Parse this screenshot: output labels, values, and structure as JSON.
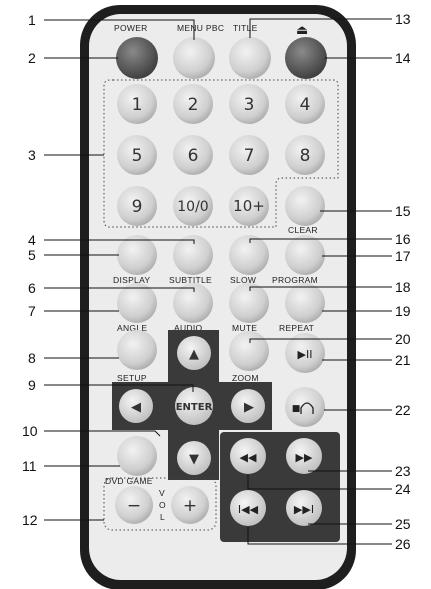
{
  "remote": {
    "top_labels": [
      "POWER",
      "MENU PBC",
      "TITLE"
    ],
    "eject_symbol": "⏏",
    "number_keys": [
      "1",
      "2",
      "3",
      "4",
      "5",
      "6",
      "7",
      "8",
      "9",
      "10/0",
      "10+"
    ],
    "clear_label": "CLEAR",
    "row_labels_1": [
      "DISPLAY",
      "SUBTITLE",
      "SLOW",
      "PROGRAM"
    ],
    "row_labels_2": [
      "ANGLE",
      "AUDIO",
      "MUTE",
      "REPEAT"
    ],
    "setup_label": "SETUP",
    "zoom_label": "ZOOM",
    "enter_label": "ENTER",
    "dvd_game_label": "DVD GAME",
    "vol_label": [
      "V",
      "O",
      "L"
    ],
    "vol_minus": "−",
    "vol_plus": "+",
    "play_pause_symbol": "▶II",
    "arrow_up": "▲",
    "arrow_down": "▼",
    "arrow_left": "◀",
    "arrow_right": "▶",
    "rewind_symbol": "◀◀",
    "forward_symbol": "▶▶",
    "prev_symbol": "I◀◀",
    "next_symbol": "▶▶I",
    "stop_symbol": "■",
    "colors": {
      "body": "#1e1e1e",
      "face": "#ececec",
      "key": "#d2d2d2",
      "dark_key": "#555555",
      "pad": "#3a3a3a"
    }
  },
  "callouts": [
    "1",
    "2",
    "3",
    "4",
    "5",
    "6",
    "7",
    "8",
    "9",
    "10",
    "11",
    "12",
    "13",
    "14",
    "15",
    "16",
    "17",
    "18",
    "19",
    "20",
    "21",
    "22",
    "23",
    "24",
    "25",
    "26"
  ]
}
